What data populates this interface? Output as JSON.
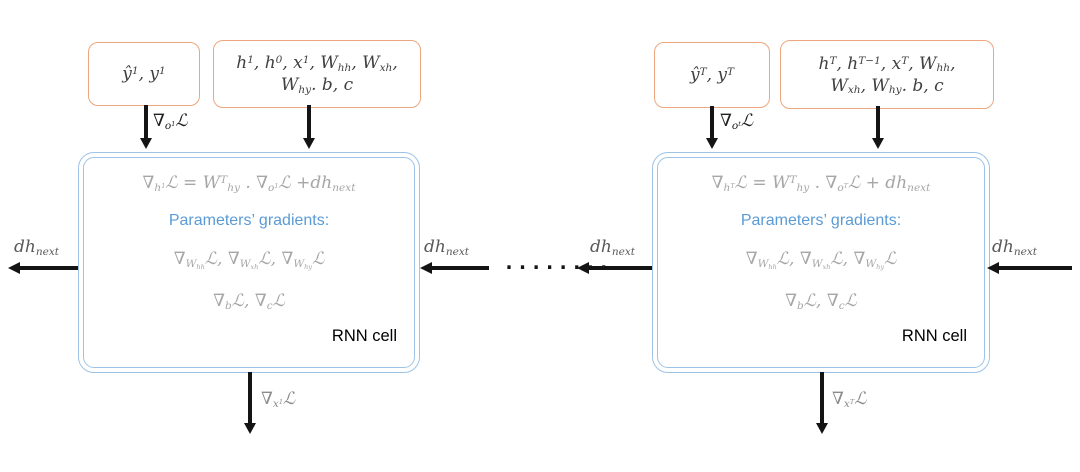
{
  "colors": {
    "box_border_orange": "#EDA77E",
    "cell_border_blue": "#9DC3E6",
    "formula_gray": "#A6A6A6",
    "heading_blue": "#5B9BD5",
    "arrow_black": "#141414",
    "dh_label_gray": "#595959",
    "grad_x_label_gray": "#8C8C8C"
  },
  "dots": "........",
  "left": {
    "pred_box": "ŷ^{1}, y^{1}",
    "input_box_line1": "h^{1}, h^{0}, x^{1}, W_{hh}, W_{xh},",
    "input_box_line2": "W_{hy}. b, c",
    "grad_o": "∇_{o^{1}}ℒ",
    "formula": "∇_{h^{1}}ℒ = W^{T}_{hy} . ∇_{o^{1}}ℒ +dh_{next}",
    "params_heading": "Parameters’ gradients:",
    "weight_grads": "∇_{W_{hh}}ℒ, ∇_{W_{xh}}ℒ, ∇_{W_{hy}}ℒ",
    "bias_grads": "∇_{b}ℒ, ∇_{c}ℒ",
    "cell_label": "RNN cell",
    "dh_out": "dh_{next}",
    "dh_in": "dh_{next}",
    "grad_x": "∇_{x^{1}}ℒ"
  },
  "right": {
    "pred_box": "ŷ^{T}, y^{T}",
    "input_box_line1": "h^{T}, h^{T−1}, x^{T}, W_{hh},",
    "input_box_line2": "W_{xh}, W_{hy}. b, c",
    "grad_o": "∇_{o^{t}}ℒ",
    "formula": "∇_{h^{T}}ℒ = W^{T}_{hy} . ∇_{o^{T}}ℒ + dh_{next}",
    "params_heading": "Parameters’ gradients:",
    "weight_grads": "∇_{W_{hh}}ℒ, ∇_{W_{xh}}ℒ, ∇_{W_{hy}}ℒ",
    "bias_grads": "∇_{b}ℒ, ∇_{c}ℒ",
    "cell_label": "RNN cell",
    "dh_out": "dh_{next}",
    "dh_in": "dh_{next}",
    "grad_x": "∇_{x^{T}}ℒ"
  }
}
